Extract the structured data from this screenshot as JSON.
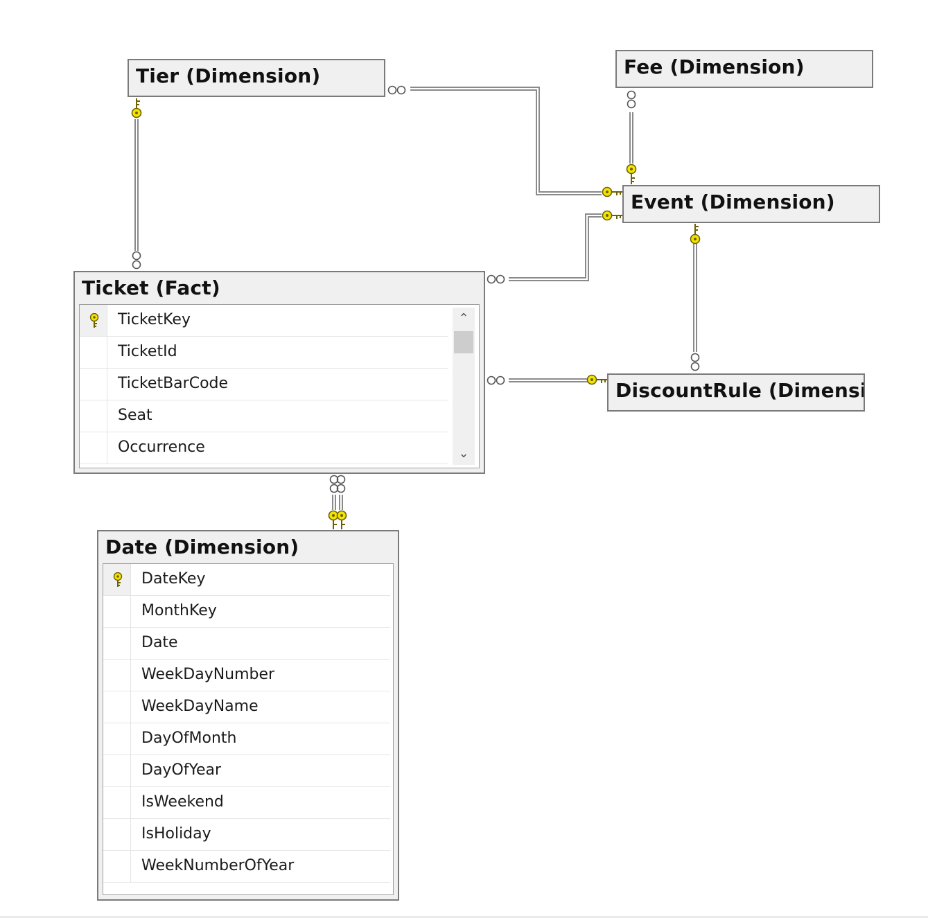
{
  "tables": {
    "tier": {
      "title": "Tier (Dimension)"
    },
    "fee": {
      "title": "Fee (Dimension)"
    },
    "event": {
      "title": "Event (Dimension)"
    },
    "discount": {
      "title": "DiscountRule (Dimensi"
    },
    "ticket": {
      "title": "Ticket (Fact)",
      "columns": [
        "TicketKey",
        "TicketId",
        "TicketBarCode",
        "Seat",
        "Occurrence"
      ],
      "primary_key": "TicketKey"
    },
    "date": {
      "title": "Date (Dimension)",
      "columns": [
        "DateKey",
        "MonthKey",
        "Date",
        "WeekDayNumber",
        "WeekDayName",
        "DayOfMonth",
        "DayOfYear",
        "IsWeekend",
        "IsHoliday",
        "WeekNumberOfYear"
      ],
      "primary_key": "DateKey"
    }
  },
  "relationships": [
    {
      "from": "Ticket (Fact)",
      "to": "Tier (Dimension)",
      "many_side": "Ticket (Fact)",
      "one_side": "Tier (Dimension)"
    },
    {
      "from": "Tier (Dimension)",
      "to": "Event (Dimension)",
      "many_side": "Tier (Dimension)",
      "one_side": "Event (Dimension)"
    },
    {
      "from": "Fee (Dimension)",
      "to": "Event (Dimension)",
      "many_side": "Fee (Dimension)",
      "one_side": "Event (Dimension)"
    },
    {
      "from": "Ticket (Fact)",
      "to": "Event (Dimension)",
      "many_side": "Ticket (Fact)",
      "one_side": "Event (Dimension)"
    },
    {
      "from": "DiscountRule (Dimension)",
      "to": "Event (Dimension)",
      "many_side": "DiscountRule (Dimension)",
      "one_side": "Event (Dimension)"
    },
    {
      "from": "Ticket (Fact)",
      "to": "DiscountRule (Dimension)",
      "many_side": "Ticket (Fact)",
      "one_side": "DiscountRule (Dimension)"
    },
    {
      "from": "Ticket (Fact)",
      "to": "Date (Dimension)",
      "many_side": "Ticket (Fact)",
      "one_side": "Date (Dimension)"
    },
    {
      "from": "Ticket (Fact)",
      "to": "Date (Dimension)",
      "many_side": "Ticket (Fact)",
      "one_side": "Date (Dimension)"
    }
  ],
  "icons": {
    "primary_key": "key-icon",
    "one_end": "key-icon",
    "many_end": "infinity-icon",
    "scroll_up": "chevron-up-icon",
    "scroll_down": "chevron-down-icon"
  },
  "colors": {
    "key_yellow": "#f2e500",
    "key_outline": "#7a6a00",
    "connector": "#8a8a8a",
    "header_bg": "#f0f0f0"
  }
}
